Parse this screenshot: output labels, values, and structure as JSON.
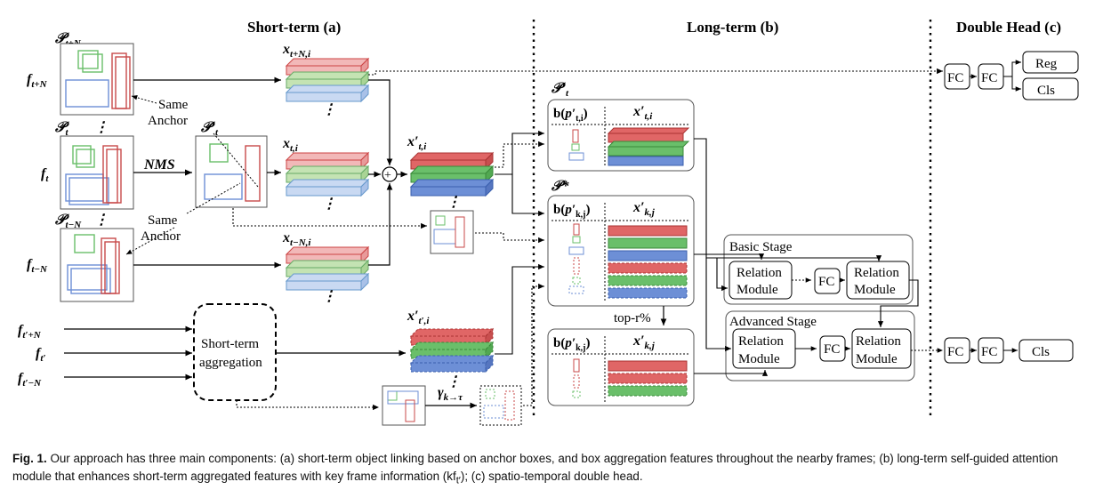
{
  "sections": {
    "short_term": "Short-term (a)",
    "long_term": "Long-term (b)",
    "double_head": "Double Head (c)"
  },
  "short_term": {
    "frame_labels": [
      "f_{t+N}",
      "f_t",
      "f_{t−N}"
    ],
    "proposal_labels": [
      "𝒫_{t+N}",
      "𝒫_t",
      "𝒫_{t−N}"
    ],
    "nms": "NMS",
    "p_prime": "𝒫′_t",
    "same_anchor": [
      "Same",
      "Anchor"
    ],
    "feature_labels": [
      "x_{t+N,i}",
      "x_{t,i}",
      "x_{t−N,i}"
    ],
    "aggregated_label": "x′_{t,i}",
    "kf_frames": [
      "f_{t′+N}",
      "f_{t′}",
      "f_{t′−N}"
    ],
    "aggregation_box": [
      "Short-term",
      "aggregation"
    ],
    "kf_feature_label": "x′_{t′,i}",
    "gamma": "γ_{k→τ}",
    "dots": "⋮",
    "plus": "+"
  },
  "long_term": {
    "p_prime": "𝒫′_t",
    "p_star": "𝒫*",
    "box_b_ti": "b(p′_{t,i})",
    "feat_ti": "x′_{t,i}",
    "box_b_kj": "b(p′_{k,j})",
    "feat_kj": "x′_{k,j}",
    "top_r": "top-r%",
    "basic_stage": "Basic Stage",
    "advanced_stage": "Advanced Stage",
    "relation_module": [
      "Relation",
      "Module"
    ],
    "fc": "FC"
  },
  "double_head": {
    "fc": "FC",
    "reg": "Reg",
    "cls": "Cls"
  },
  "caption": {
    "prefix": "Fig. 1.",
    "text": "Our approach has three main components: (a) short-term object linking based on anchor boxes, and box aggregation features throughout the nearby frames; (b) long-term self-guided attention module that enhances short-term aggregated features with key frame information (kf",
    "sub": "t′",
    "suffix": "); (c) spatio-temporal double head."
  },
  "colors": {
    "red": "#e06666",
    "green": "#6abf6a",
    "blue": "#6d8fd6",
    "light_red": "#f2b8b8",
    "light_green": "#c4e3b3",
    "light_blue": "#c9d9f2"
  }
}
